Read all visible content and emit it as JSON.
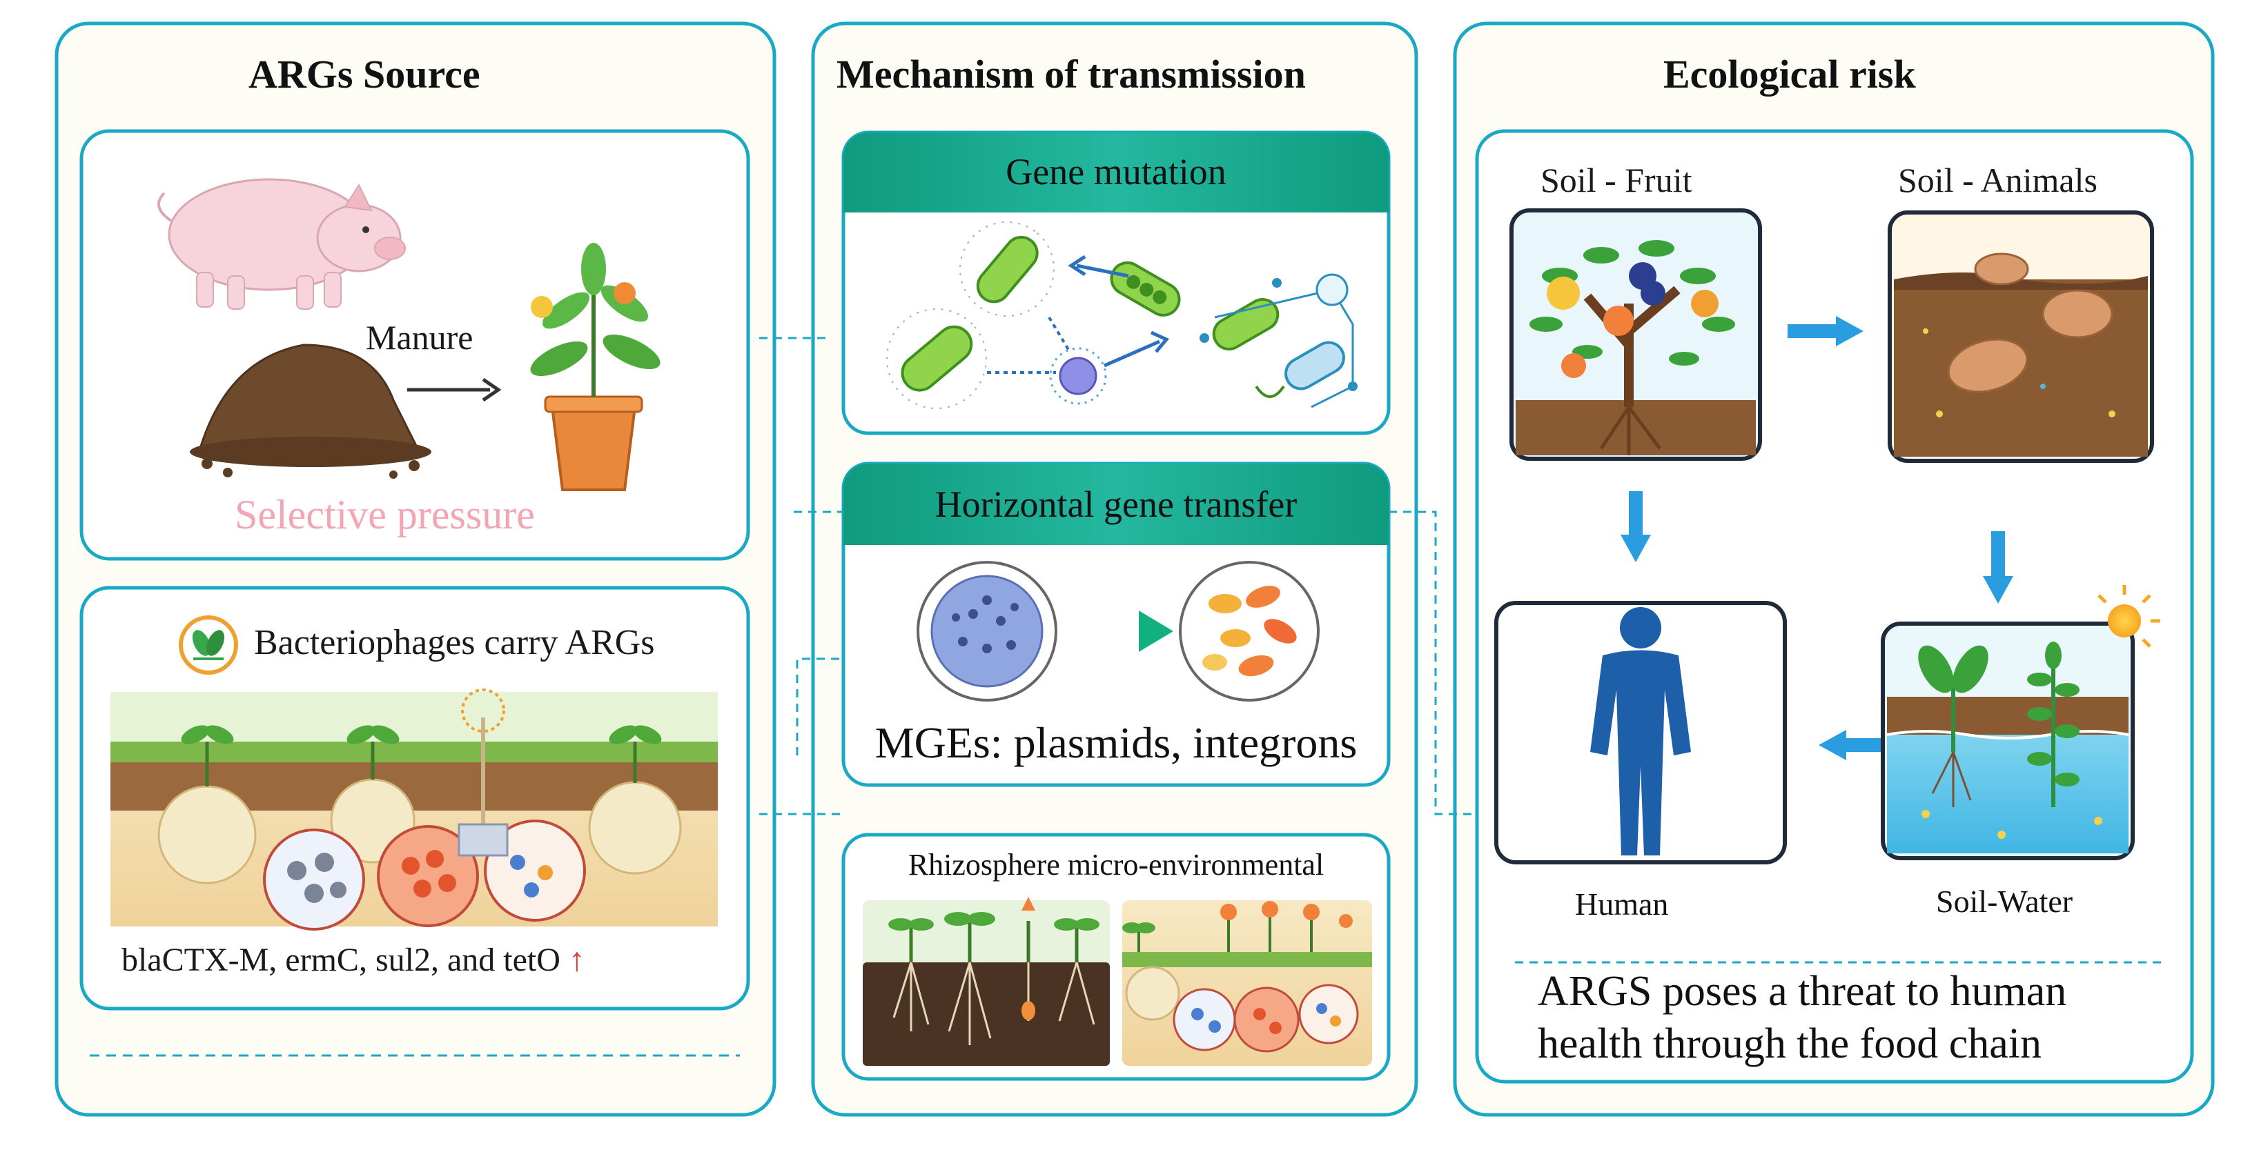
{
  "panels": {
    "source": {
      "title": "ARGs Source",
      "manure_label": "Manure",
      "pressure_label": "Selective pressure",
      "phage_label": "Bacteriophages carry ARGs",
      "genes_label": "blaCTX-M, ermC, sul2, and tetO",
      "genes_arrow": "↑"
    },
    "mechanism": {
      "title": "Mechanism of transmission",
      "mutation_label": "Gene mutation",
      "hgt_label": "Horizontal gene transfer",
      "mge_label": "MGEs: plasmids, integrons",
      "rhizo_label": "Rhizosphere micro-environmental"
    },
    "risk": {
      "title": "Ecological risk",
      "soil_fruit": "Soil - Fruit",
      "soil_animals": "Soil - Animals",
      "human": "Human",
      "soil_water": "Soil-Water",
      "threat_line1": "ARGS poses a threat to human",
      "threat_line2": "health through the food chain"
    }
  },
  "colors": {
    "frame": "#1aa9c4",
    "header_teal": "#16a58a",
    "pink": "#f3a6b2",
    "arrow_blue": "#2a9de0",
    "human_blue": "#1d5fa8"
  }
}
